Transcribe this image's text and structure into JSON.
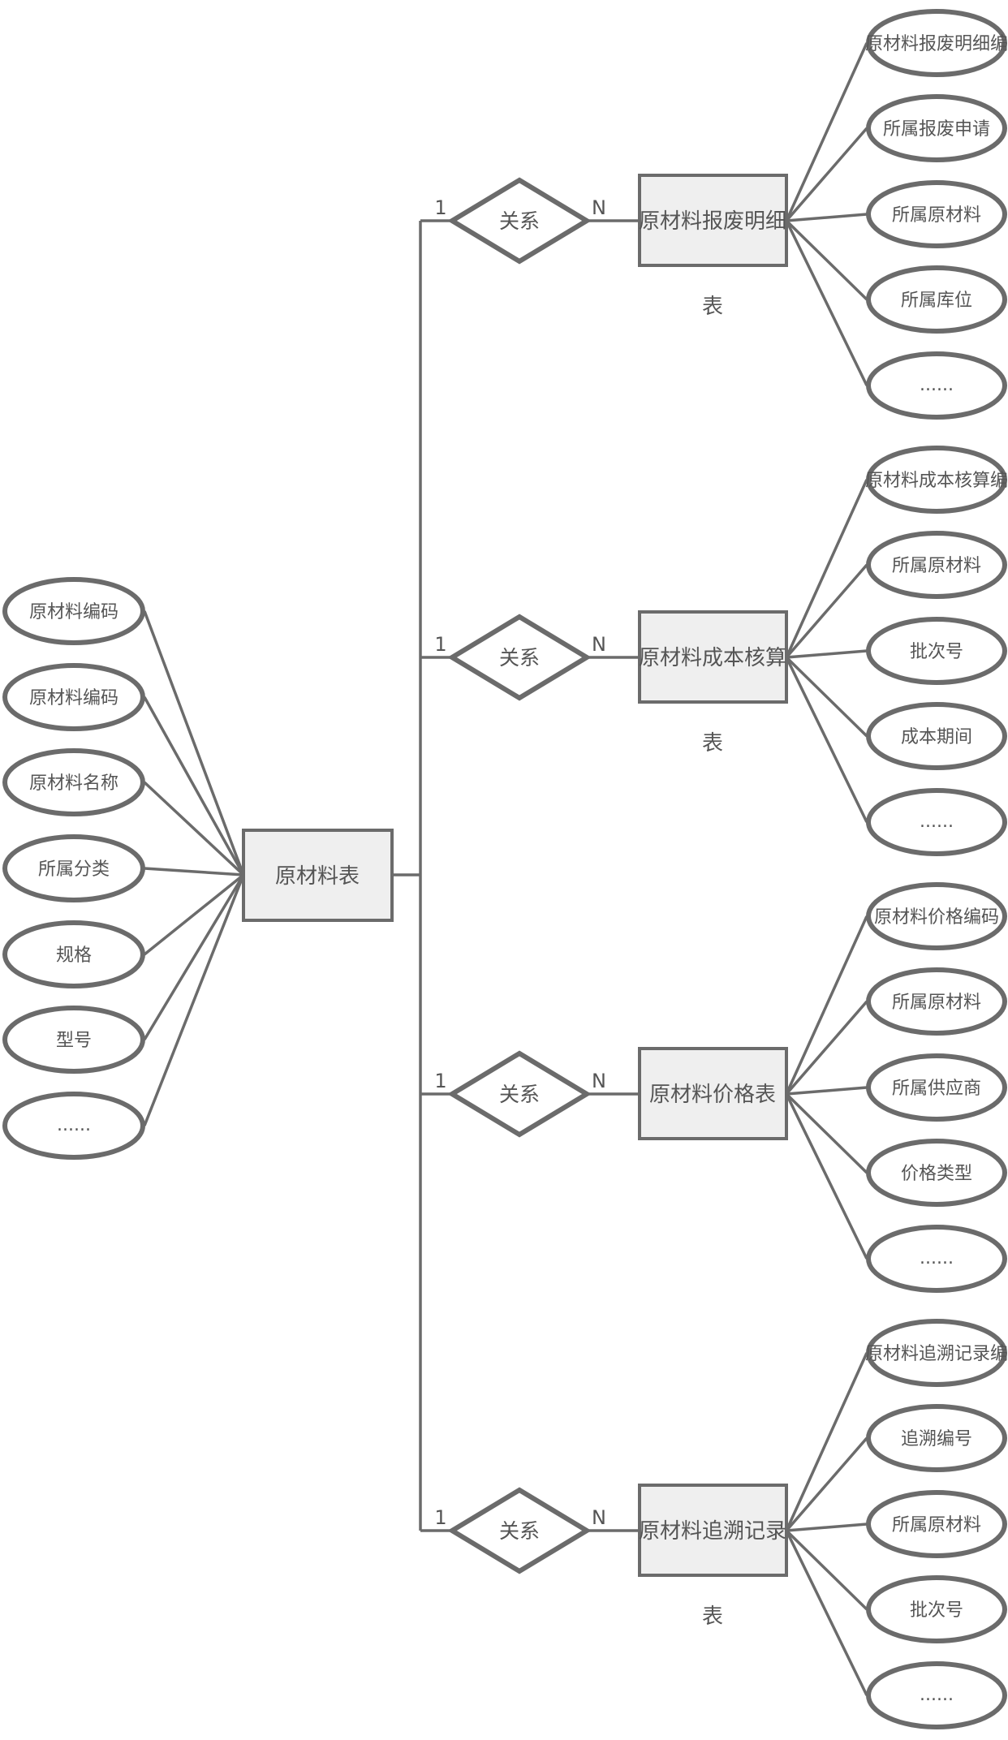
{
  "diagram": {
    "main_entity": {
      "label": "原材料表",
      "attributes": [
        "原材料编码",
        "原材料编码",
        "原材料名称",
        "所属分类",
        "规格",
        "型号",
        "......"
      ]
    },
    "relationships": [
      {
        "label": "关系",
        "card_left": "1",
        "card_right": "N",
        "entity": {
          "label_line1": "原材料报废明细",
          "label_line2": "表",
          "attributes": [
            "原材料报废明细编",
            "所属报废申请",
            "所属原材料",
            "所属库位",
            "......"
          ]
        }
      },
      {
        "label": "关系",
        "card_left": "1",
        "card_right": "N",
        "entity": {
          "label_line1": "原材料成本核算",
          "label_line2": "表",
          "attributes": [
            "原材料成本核算编",
            "所属原材料",
            "批次号",
            "成本期间",
            "......"
          ]
        }
      },
      {
        "label": "关系",
        "card_left": "1",
        "card_right": "N",
        "entity": {
          "label_line1": "原材料价格表",
          "label_line2": "",
          "attributes": [
            "原材料价格编码",
            "所属原材料",
            "所属供应商",
            "价格类型",
            "......"
          ]
        }
      },
      {
        "label": "关系",
        "card_left": "1",
        "card_right": "N",
        "entity": {
          "label_line1": "原材料追溯记录",
          "label_line2": "表",
          "attributes": [
            "原材料追溯记录编",
            "追溯编号",
            "所属原材料",
            "批次号",
            "......"
          ]
        }
      }
    ]
  }
}
